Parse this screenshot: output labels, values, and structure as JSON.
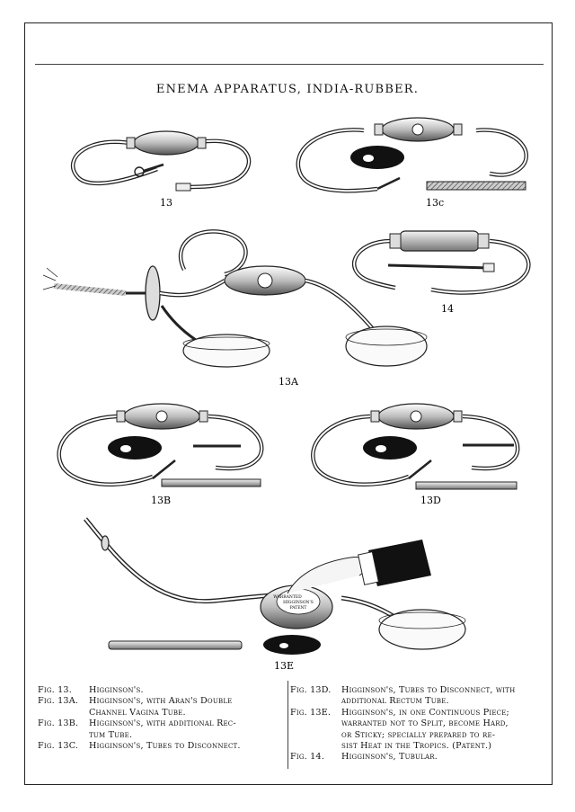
{
  "title": "ENEMA APPARATUS, INDIA-RUBBER.",
  "figure_labels": {
    "f13": "13",
    "f13c": "13c",
    "f13a": "13A",
    "f14": "14",
    "f13b": "13B",
    "f13d": "13D",
    "f13e": "13E"
  },
  "captions_left": [
    {
      "num": "Fig. 13.",
      "text": "Higginson's.",
      "cont": ""
    },
    {
      "num": "Fig. 13A.",
      "text": "Higginson's, with Aran's Double",
      "cont": "Channel Vagina Tube."
    },
    {
      "num": "Fig. 13B.",
      "text": "Higginson's, with additional Rec-",
      "cont": "tum Tube."
    },
    {
      "num": "Fig. 13C.",
      "text": "Higginson's, Tubes to Disconnect.",
      "cont": ""
    }
  ],
  "captions_right": [
    {
      "num": "Fig. 13D.",
      "text": "Higginson's, Tubes to Disconnect, with",
      "cont": "additional Rectum Tube."
    },
    {
      "num": "Fig. 13E.",
      "text": "Higginson's, in one Continuous Piece;",
      "cont": "warranted not to Split, become Hard,|or Sticky; specially prepared to re-|sist Heat in the Tropics. (Patent.)"
    },
    {
      "num": "Fig. 14.",
      "text": "Higginson's, Tubular.",
      "cont": ""
    }
  ],
  "bulb_stamp": {
    "line1": "WARRANTED",
    "line2": "HIGGINSON'S",
    "line3": "PATENT"
  }
}
